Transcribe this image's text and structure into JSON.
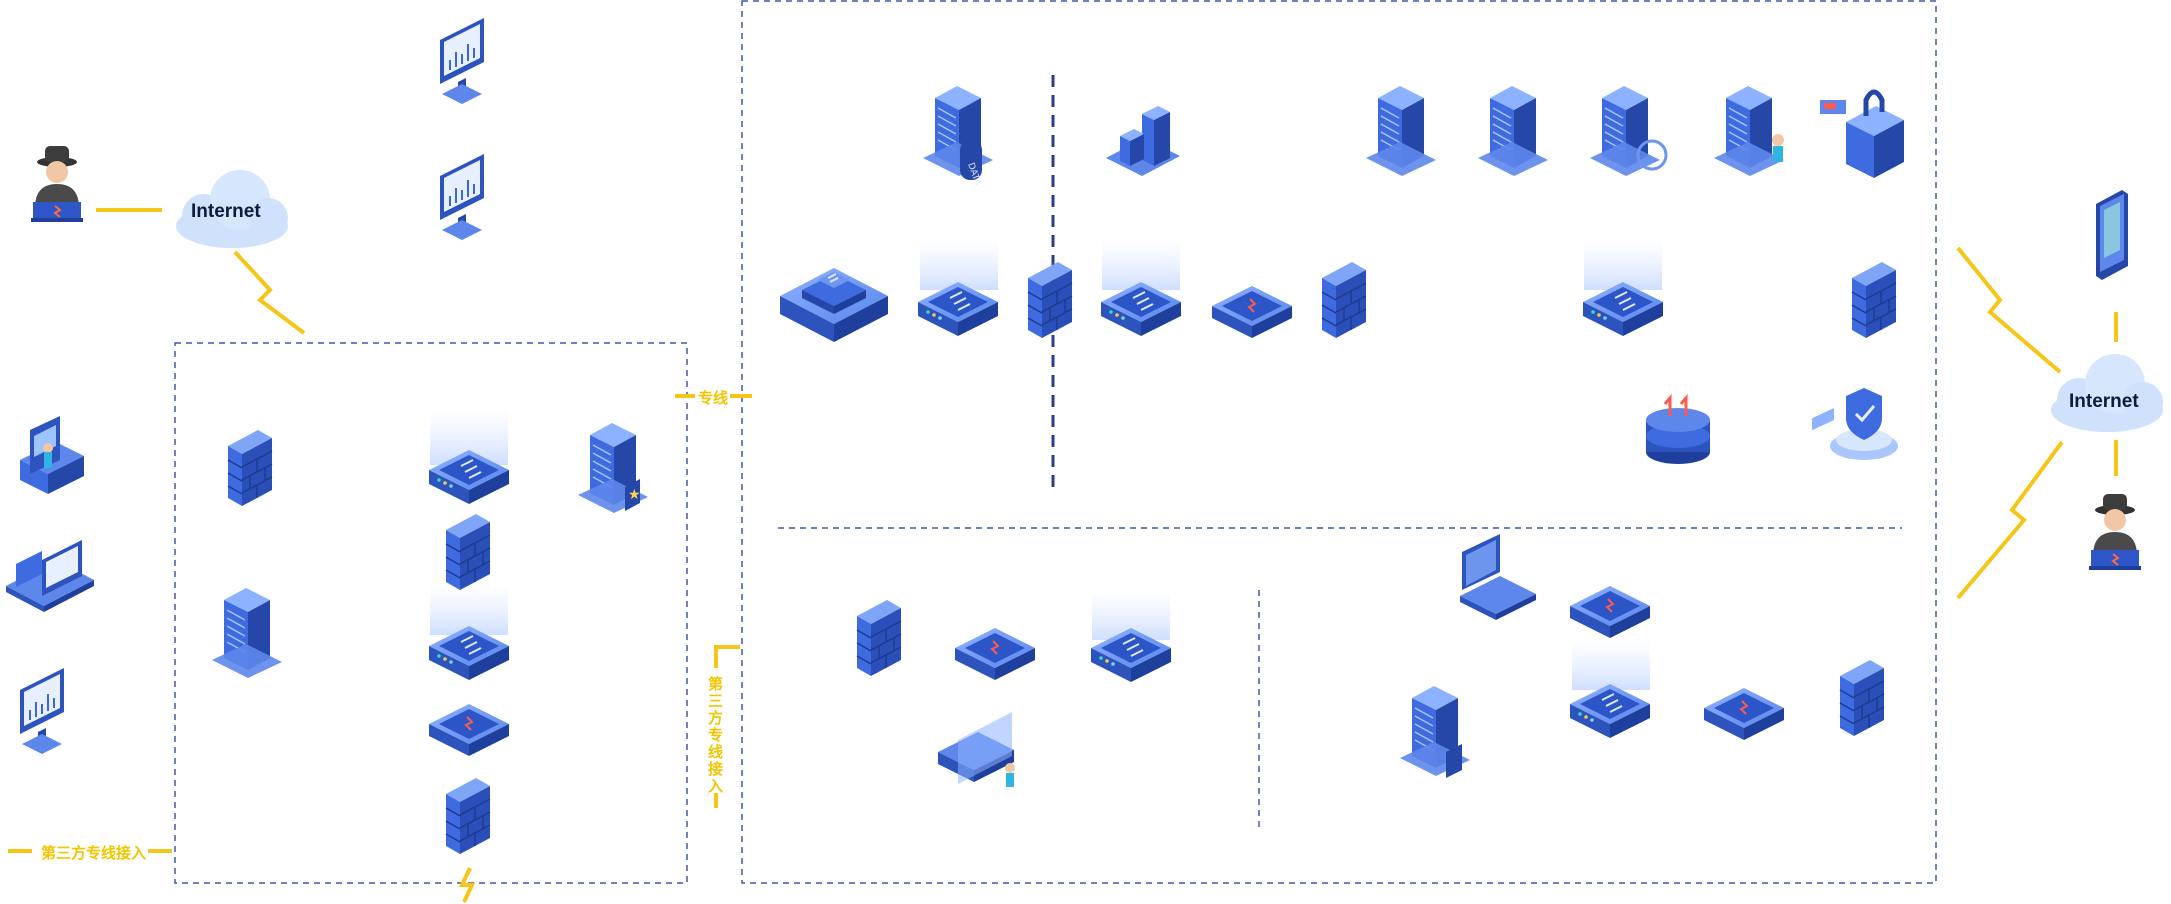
{
  "colors": {
    "accent_yellow": "#f5c518",
    "dashed_blue": "#3f58a8",
    "device_blue": "#2f56c9",
    "device_light": "#6d95ee",
    "cloud": "#cfe1fb",
    "attacker_dark": "#3c3c3c"
  },
  "labels": {
    "internet_left": "Internet",
    "internet_right": "Internet",
    "dedicated_line": "专线",
    "third_party_vertical": "第三方专线接入",
    "third_party_bottom": "第三方专线接入"
  }
}
